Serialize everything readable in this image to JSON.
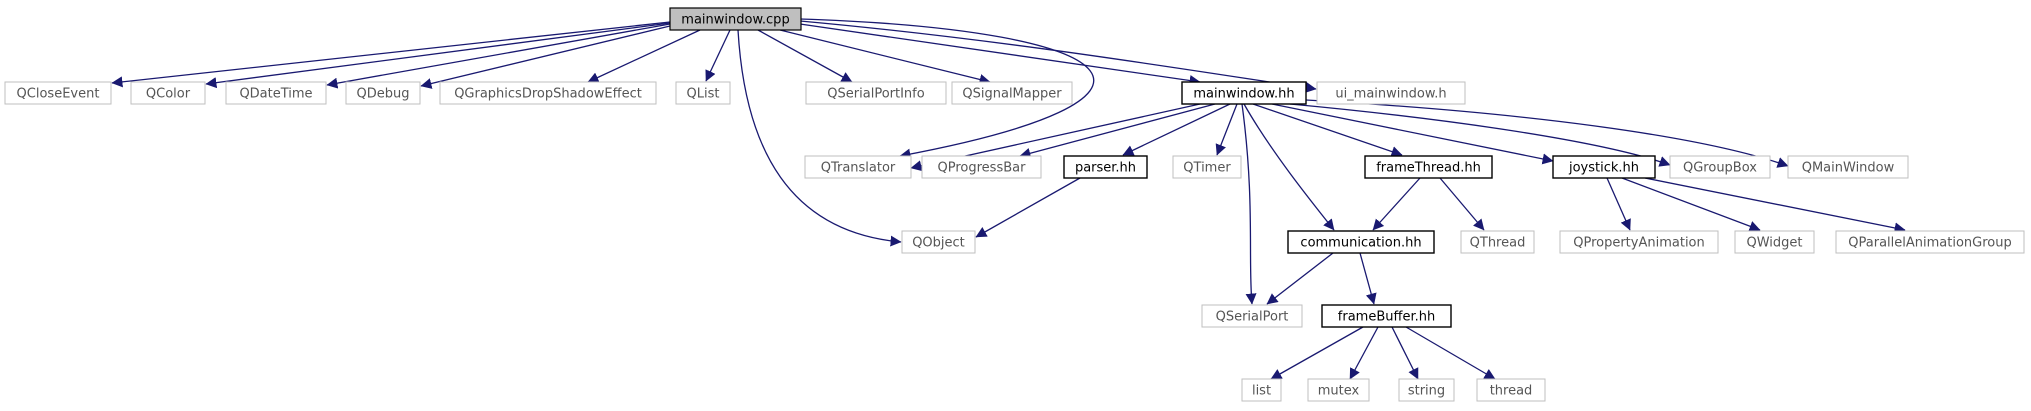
{
  "diagram": {
    "nodes": {
      "mainwindow_cpp": {
        "label": "mainwindow.cpp",
        "kind": "root"
      },
      "qcloseevent": {
        "label": "QCloseEvent",
        "kind": "external"
      },
      "qcolor": {
        "label": "QColor",
        "kind": "external"
      },
      "qdatetime": {
        "label": "QDateTime",
        "kind": "external"
      },
      "qdebug": {
        "label": "QDebug",
        "kind": "external"
      },
      "qgraphicsdropshadoweffect": {
        "label": "QGraphicsDropShadowEffect",
        "kind": "external"
      },
      "qlist": {
        "label": "QList",
        "kind": "external"
      },
      "qserialportinfo": {
        "label": "QSerialPortInfo",
        "kind": "external"
      },
      "qsignalmapper": {
        "label": "QSignalMapper",
        "kind": "external"
      },
      "mainwindow_hh": {
        "label": "mainwindow.hh",
        "kind": "local"
      },
      "ui_mainwindow_h": {
        "label": "ui_mainwindow.h",
        "kind": "external"
      },
      "qtranslator": {
        "label": "QTranslator",
        "kind": "external"
      },
      "qprogressbar": {
        "label": "QProgressBar",
        "kind": "external"
      },
      "parser_hh": {
        "label": "parser.hh",
        "kind": "local"
      },
      "qtimer": {
        "label": "QTimer",
        "kind": "external"
      },
      "framethread_hh": {
        "label": "frameThread.hh",
        "kind": "local"
      },
      "joystick_hh": {
        "label": "joystick.hh",
        "kind": "local"
      },
      "qgroupbox": {
        "label": "QGroupBox",
        "kind": "external"
      },
      "qmainwindow": {
        "label": "QMainWindow",
        "kind": "external"
      },
      "qobject": {
        "label": "QObject",
        "kind": "external"
      },
      "communication_hh": {
        "label": "communication.hh",
        "kind": "local"
      },
      "qthread": {
        "label": "QThread",
        "kind": "external"
      },
      "qpropertyanimation": {
        "label": "QPropertyAnimation",
        "kind": "external"
      },
      "qwidget": {
        "label": "QWidget",
        "kind": "external"
      },
      "qparallelanimationgroup": {
        "label": "QParallelAnimationGroup",
        "kind": "external"
      },
      "qserialport": {
        "label": "QSerialPort",
        "kind": "external"
      },
      "framebuffer_hh": {
        "label": "frameBuffer.hh",
        "kind": "local"
      },
      "list": {
        "label": "list",
        "kind": "external"
      },
      "mutex": {
        "label": "mutex",
        "kind": "external"
      },
      "string": {
        "label": "string",
        "kind": "external"
      },
      "thread": {
        "label": "thread",
        "kind": "external"
      }
    },
    "edges": [
      [
        "mainwindow_cpp",
        "qcloseevent"
      ],
      [
        "mainwindow_cpp",
        "qcolor"
      ],
      [
        "mainwindow_cpp",
        "qdatetime"
      ],
      [
        "mainwindow_cpp",
        "qdebug"
      ],
      [
        "mainwindow_cpp",
        "qgraphicsdropshadoweffect"
      ],
      [
        "mainwindow_cpp",
        "qlist"
      ],
      [
        "mainwindow_cpp",
        "qserialportinfo"
      ],
      [
        "mainwindow_cpp",
        "qsignalmapper"
      ],
      [
        "mainwindow_cpp",
        "mainwindow_hh"
      ],
      [
        "mainwindow_cpp",
        "ui_mainwindow_h"
      ],
      [
        "mainwindow_cpp",
        "qtranslator"
      ],
      [
        "mainwindow_cpp",
        "qobject"
      ],
      [
        "mainwindow_hh",
        "qtranslator"
      ],
      [
        "mainwindow_hh",
        "qprogressbar"
      ],
      [
        "mainwindow_hh",
        "parser_hh"
      ],
      [
        "mainwindow_hh",
        "qtimer"
      ],
      [
        "mainwindow_hh",
        "framethread_hh"
      ],
      [
        "mainwindow_hh",
        "joystick_hh"
      ],
      [
        "mainwindow_hh",
        "qgroupbox"
      ],
      [
        "mainwindow_hh",
        "qmainwindow"
      ],
      [
        "mainwindow_hh",
        "communication_hh"
      ],
      [
        "mainwindow_hh",
        "qserialport"
      ],
      [
        "parser_hh",
        "qobject"
      ],
      [
        "framethread_hh",
        "communication_hh"
      ],
      [
        "framethread_hh",
        "qthread"
      ],
      [
        "joystick_hh",
        "qpropertyanimation"
      ],
      [
        "joystick_hh",
        "qwidget"
      ],
      [
        "joystick_hh",
        "qparallelanimationgroup"
      ],
      [
        "communication_hh",
        "qserialport"
      ],
      [
        "communication_hh",
        "framebuffer_hh"
      ],
      [
        "framebuffer_hh",
        "list"
      ],
      [
        "framebuffer_hh",
        "mutex"
      ],
      [
        "framebuffer_hh",
        "string"
      ],
      [
        "framebuffer_hh",
        "thread"
      ]
    ],
    "colors": {
      "edge": "#191970",
      "root_fill": "#bfbfbf",
      "root_stroke": "#000000",
      "local_stroke": "#000000",
      "external_stroke": "#bfbfbf",
      "local_text": "#000000",
      "external_text": "#555555"
    }
  }
}
